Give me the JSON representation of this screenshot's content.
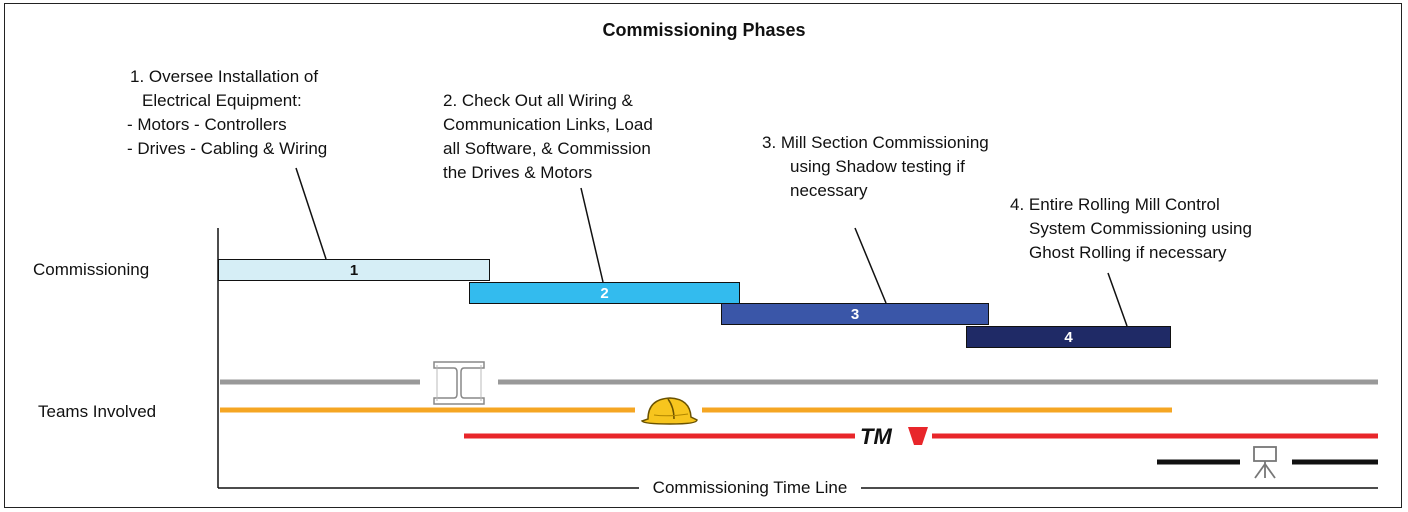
{
  "title": "Commissioning Phases",
  "notes": [
    {
      "lines": [
        "1.  Oversee Installation of",
        "Electrical Equipment:",
        "-   Motors   -  Controllers",
        "-   Drives    -  Cabling & Wiring"
      ]
    },
    {
      "lines": [
        "2.  Check Out all Wiring &",
        "Communication Links, Load",
        "all Software, & Commission",
        "the Drives & Motors"
      ]
    },
    {
      "lines": [
        "3.  Mill Section Commissioning",
        "using Shadow testing if",
        "necessary"
      ]
    },
    {
      "lines": [
        "4.  Entire Rolling Mill Control",
        "System Commissioning using",
        "Ghost Rolling if necessary"
      ]
    }
  ],
  "row_labels": {
    "commissioning": "Commissioning",
    "teams": "Teams Involved"
  },
  "phases": [
    {
      "label": "1",
      "color": "#d6eef6",
      "text_color": "#111111"
    },
    {
      "label": "2",
      "color": "#33bbee",
      "text_color": "#ffffff"
    },
    {
      "label": "3",
      "color": "#3a56a8",
      "text_color": "#ffffff"
    },
    {
      "label": "4",
      "color": "#1f2a66",
      "text_color": "#ffffff"
    }
  ],
  "teams": [
    {
      "icon": "beam-icon",
      "color": "#999999"
    },
    {
      "icon": "hard-hat-icon",
      "color": "#f5a623"
    },
    {
      "icon": "tm-logo",
      "logo_text": "TM",
      "color": "#e8262a"
    },
    {
      "icon": "surveyor-tripod-icon",
      "color": "#111111"
    }
  ],
  "axis_label": "Commissioning Time Line"
}
